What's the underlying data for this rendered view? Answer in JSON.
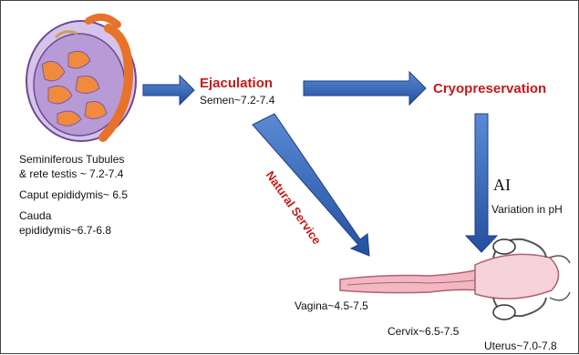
{
  "testis_labels": {
    "line1": "Seminiferous Tubules",
    "line2": "& rete testis ~ 7.2-7.4",
    "line3": "Caput epididymis~ 6.5",
    "line4": "Cauda",
    "line5": "epididymis~6.7-6.8"
  },
  "ejaculation": {
    "title": "Ejaculation",
    "value": "Semen~7.2-7.4"
  },
  "cryopreservation": {
    "title": "Cryopreservation"
  },
  "natural_service": "Natural Service",
  "ai": {
    "title": "AI",
    "note": "Variation in pH"
  },
  "tract": {
    "vagina": "Vagina~4.5-7.5",
    "cervix": "Cervix~6.5-7.5",
    "uterus": "Uterus~7.0-7.8"
  },
  "colors": {
    "arrow_blue": "#2f63b8",
    "arrow_edge": "#1d3f80",
    "label_red": "#c41a1a",
    "testis_purple": "#7d5ca8",
    "tubule_orange": "#f08a3c",
    "tract_pink": "#f1b8c2"
  }
}
